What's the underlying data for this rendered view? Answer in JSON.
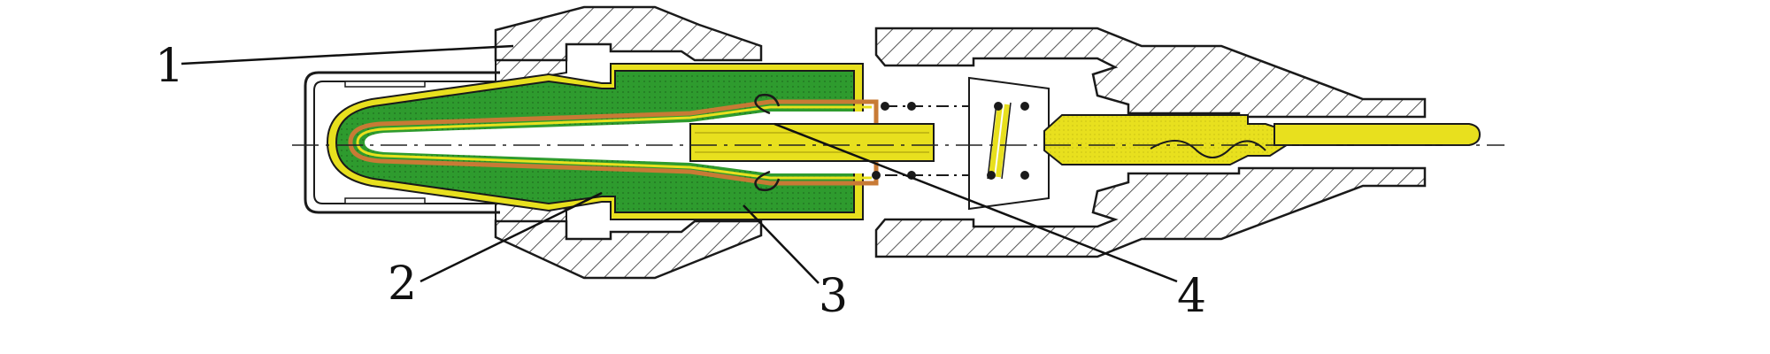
{
  "figure": {
    "labels": [
      {
        "id": "1",
        "text": "1"
      },
      {
        "id": "2",
        "text": "2"
      },
      {
        "id": "3",
        "text": "3"
      },
      {
        "id": "4",
        "text": "4"
      }
    ]
  },
  "colors": {
    "background": "#ffffff",
    "outline": "#1a1a1a",
    "hatch": "#555555",
    "ceramic_green": "#2e9b2e",
    "electrode_yellow": "#e8e01e",
    "conductor_yellow": "#d8cf2a",
    "inner_copper": "#c87a35",
    "centerline": "#222222"
  }
}
